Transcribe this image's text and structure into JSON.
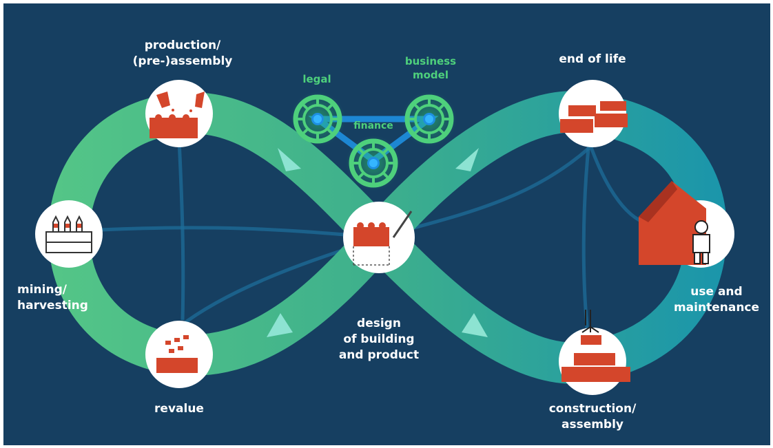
{
  "stages": {
    "production": "production/\n(pre-)assembly",
    "mining": "mining/\nharvesting",
    "revalue": "revalue",
    "design": "design\nof building\nand product",
    "end_of_life": "end of life",
    "use": "use and\nmaintenance",
    "construction": "construction/\nassembly"
  },
  "enablers": {
    "legal": "legal",
    "business_model": "business\nmodel",
    "finance": "finance"
  },
  "icons": {
    "production": "brick-pouring-icon",
    "mining": "bottles-crate-icon",
    "revalue": "brick-stack-icon",
    "design": "brick-drawing-icon",
    "end_of_life": "loose-bricks-icon",
    "use": "house-figure-icon",
    "construction": "crane-bricks-icon",
    "gear": "gear-icon"
  },
  "colors": {
    "background": "#163f61",
    "loop_green": "#59c98a",
    "loop_teal": "#1f9eb2",
    "brick": "#d4462b",
    "enabler_green": "#4ed07c",
    "enabler_blue": "#1e8fe0"
  }
}
